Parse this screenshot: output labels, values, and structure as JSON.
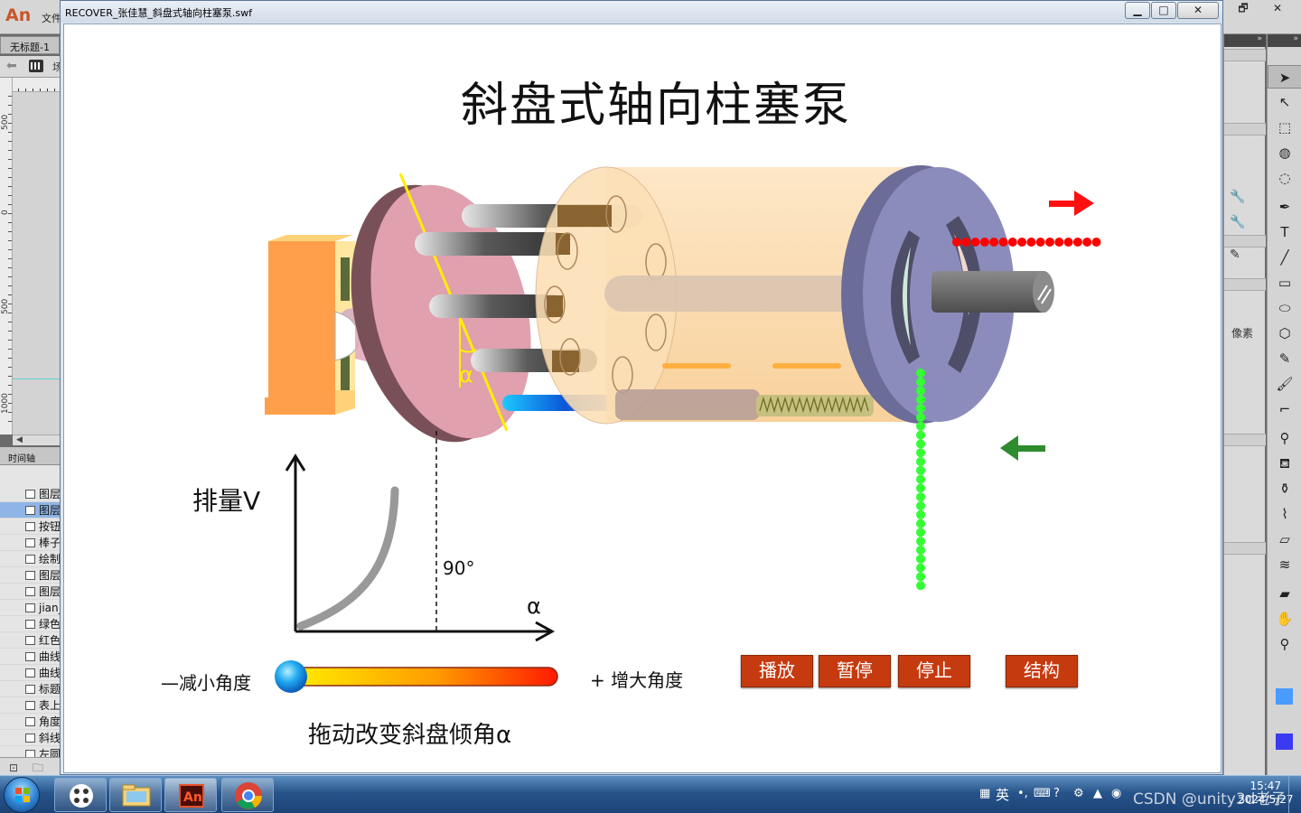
{
  "ide": {
    "logo": "An",
    "menu_first": "文件",
    "doc_tab": "无标题-1",
    "scene_label": "场",
    "ruler_marks": [
      "500",
      "0",
      "500",
      "1000"
    ],
    "timeline_tab": "时间轴",
    "layers": [
      {
        "name": "图层",
        "selected": false
      },
      {
        "name": "图层",
        "selected": true
      },
      {
        "name": "按钮",
        "selected": false
      },
      {
        "name": "棒子",
        "selected": false
      },
      {
        "name": "绘制",
        "selected": false
      },
      {
        "name": "图层",
        "selected": false
      },
      {
        "name": "图层",
        "selected": false
      },
      {
        "name": "jian_",
        "selected": false
      },
      {
        "name": "绿色",
        "selected": false
      },
      {
        "name": "红色",
        "selected": false
      },
      {
        "name": "曲线",
        "selected": false
      },
      {
        "name": "曲线",
        "selected": false
      },
      {
        "name": "标题",
        "selected": false
      },
      {
        "name": "表上",
        "selected": false
      },
      {
        "name": "角度",
        "selected": false
      },
      {
        "name": "斜线",
        "selected": false
      },
      {
        "name": "左圆",
        "selected": false
      }
    ],
    "timeline_icons": "⊡ 🗀 🗑",
    "props_unit_label": "像素",
    "back_window_buttons": [
      "🗗",
      "✕"
    ],
    "panel_collapse": "»",
    "tools": [
      {
        "icon": "selection-tool-icon",
        "glyph": "➤"
      },
      {
        "icon": "subselection-tool-icon",
        "glyph": "↖"
      },
      {
        "icon": "free-transform-icon",
        "glyph": "⬚"
      },
      {
        "icon": "3d-rotation-icon",
        "glyph": "◍"
      },
      {
        "icon": "lasso-icon",
        "glyph": "◌"
      },
      {
        "icon": "pen-icon",
        "glyph": "✒"
      },
      {
        "icon": "text-tool-icon",
        "glyph": "T"
      },
      {
        "icon": "line-tool-icon",
        "glyph": "╱"
      },
      {
        "icon": "rectangle-tool-icon",
        "glyph": "▭"
      },
      {
        "icon": "oval-tool-icon",
        "glyph": "⬭"
      },
      {
        "icon": "polystar-tool-icon",
        "glyph": "⬡"
      },
      {
        "icon": "pencil-icon",
        "glyph": "✎"
      },
      {
        "icon": "paint-brush-icon",
        "glyph": "🖌"
      },
      {
        "icon": "brush-icon",
        "glyph": "⌐"
      },
      {
        "icon": "bone-tool-icon",
        "glyph": "⚲"
      },
      {
        "icon": "paint-bucket-icon",
        "glyph": "⛾"
      },
      {
        "icon": "ink-bottle-icon",
        "glyph": "⚱"
      },
      {
        "icon": "eyedropper-icon",
        "glyph": "⌇"
      },
      {
        "icon": "eraser-icon",
        "glyph": "▱"
      },
      {
        "icon": "width-tool-icon",
        "glyph": "≋"
      },
      {
        "icon": "camera-icon",
        "glyph": "▰"
      },
      {
        "icon": "hand-tool-icon",
        "glyph": "✋"
      },
      {
        "icon": "zoom-tool-icon",
        "glyph": "⚲"
      }
    ],
    "stroke_color": "#4a9bff",
    "fill_color": "#3a3af0"
  },
  "swf": {
    "title": "RECOVER_张佳慧_斜盘式轴向柱塞泵.swf",
    "window_buttons": [
      "▁",
      "□",
      "✕"
    ]
  },
  "stage": {
    "title": "斜盘式轴向柱塞泵",
    "graph": {
      "ylabel": "排量V",
      "ninety": "90°",
      "xlabel": "α"
    },
    "swash_alpha_label": "α",
    "slider": {
      "minus_label": "—减小角度",
      "plus_label": "+ 增大角度",
      "value": 0.0
    },
    "drag_hint": "拖动改变斜盘倾角α",
    "buttons": {
      "play": "播放",
      "pause": "暂停",
      "stop": "停止",
      "structure": "结构"
    },
    "colors": {
      "button_bg": "#c63a10",
      "outlet_arrow": "#ff1010",
      "inlet_arrow": "#2e8b2e",
      "outlet_flow": "#ff0000",
      "inlet_flow": "#33ff33"
    }
  },
  "taskbar": {
    "ime": "英",
    "watermark": "CSDN @unity3d老子",
    "time": "15:47",
    "date": "2024/5/27"
  }
}
